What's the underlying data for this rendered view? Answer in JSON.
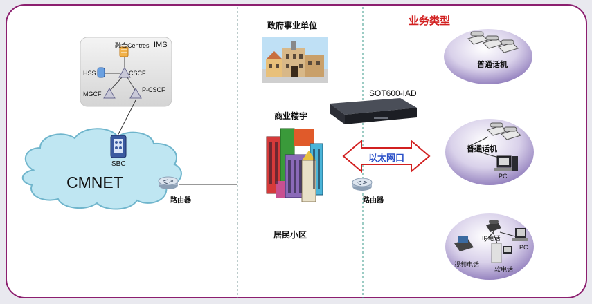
{
  "ims": {
    "title": "IMS",
    "centres": "融合Centres",
    "hss": "HSS",
    "cscf": "CSCF",
    "mgcf": "MGCF",
    "pcscf": "P-CSCF"
  },
  "sbc": "SBC",
  "cmnet": "CMNET",
  "router_left": "路由器",
  "router_right": "路由器",
  "gov": "政府事业单位",
  "commercial": "商业楼宇",
  "residential": "居民小区",
  "iad": "SOT600-IAD",
  "ethernet": "以太网口",
  "service_title": "业务类型",
  "service1": {
    "phone": "普通话机"
  },
  "service2": {
    "phone": "普通话机",
    "pc": "PC"
  },
  "service3": {
    "ip_phone": "IP电话",
    "pc": "PC",
    "video_phone": "视频电话",
    "soft_phone": "软电话"
  },
  "colors": {
    "frame": "#8c1f6f",
    "accent": "#d22020",
    "ellipse": "#8a76b8",
    "cloud": "#bfe6f2"
  }
}
